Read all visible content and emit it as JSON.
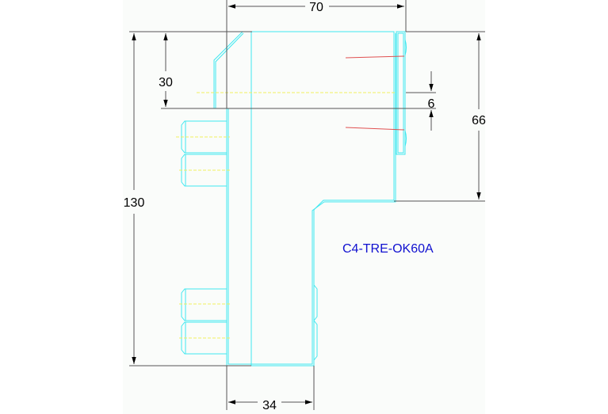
{
  "drawing": {
    "part_label": "C4-TRE-OK60A",
    "dimensions": {
      "width_top": "70",
      "height_total": "130",
      "height_upper": "30",
      "height_right": "66",
      "gap_small": "6",
      "width_bottom": "34"
    },
    "colors": {
      "outline": "#40e8f0",
      "dimension": "#000000",
      "centerline": "#f0f060",
      "hidden_red": "#e05050",
      "label": "#1010d0"
    }
  }
}
